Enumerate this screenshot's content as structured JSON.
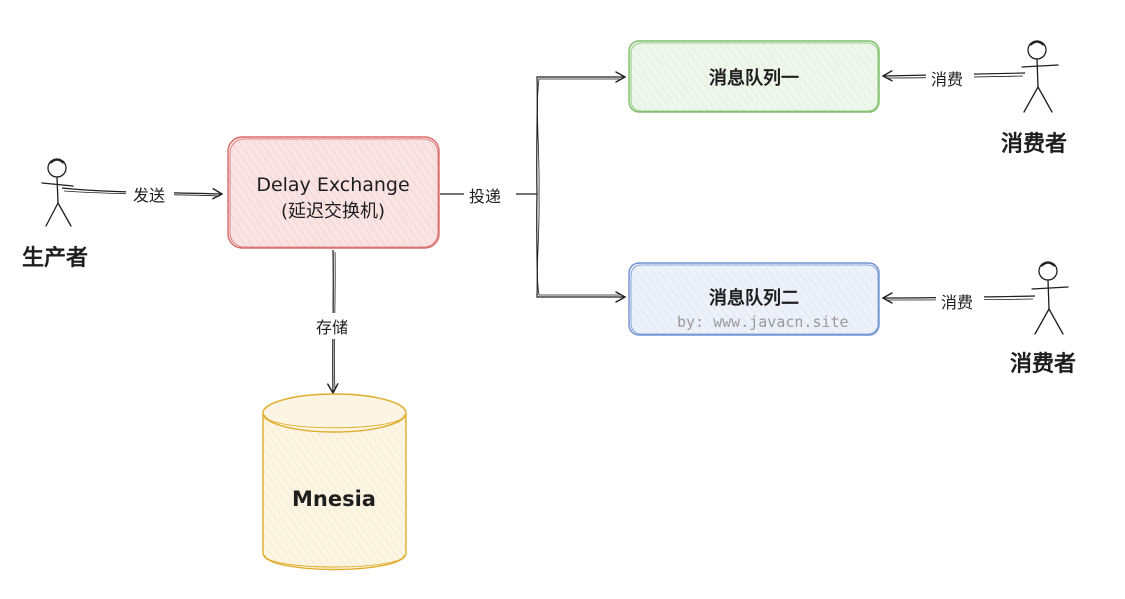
{
  "actors": {
    "producer": "生产者",
    "consumer_1": "消费者",
    "consumer_2": "消费者"
  },
  "nodes": {
    "exchange_line1": "Delay Exchange",
    "exchange_line2": "(延迟交换机)",
    "queue_1": "消息队列一",
    "queue_2": "消息队列二",
    "storage": "Mnesia"
  },
  "edges": {
    "send": "发送",
    "deliver": "投递",
    "store": "存储",
    "consume_1": "消费",
    "consume_2": "消费"
  },
  "watermark": "by: www.javacn.site",
  "colors": {
    "exchange_stroke": "#d96b6b",
    "exchange_fill": "#f9e0e0",
    "queue1_stroke": "#7cbf6b",
    "queue1_fill": "#eef6ea",
    "queue2_stroke": "#6f93d1",
    "queue2_fill": "#eaf0fa",
    "storage_stroke": "#e0ad2c",
    "storage_fill": "#fbf3dc",
    "ink": "#1e1e1e"
  }
}
